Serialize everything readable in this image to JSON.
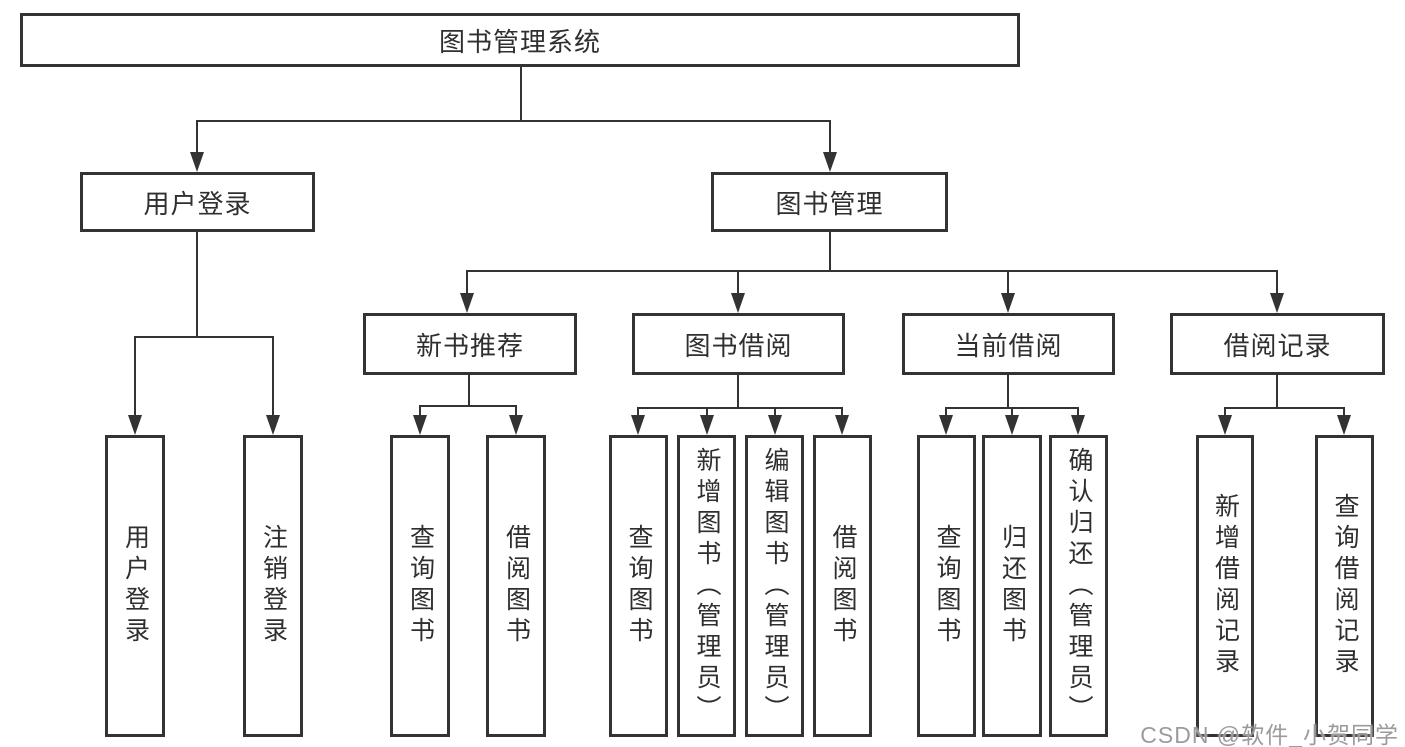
{
  "diagram": {
    "root": {
      "label": "图书管理系统"
    },
    "level2": [
      {
        "label": "用户登录"
      },
      {
        "label": "图书管理"
      }
    ],
    "level3": [
      {
        "label": "新书推荐"
      },
      {
        "label": "图书借阅"
      },
      {
        "label": "当前借阅"
      },
      {
        "label": "借阅记录"
      }
    ],
    "leaves": [
      {
        "label": "用户登录"
      },
      {
        "label": "注销登录"
      },
      {
        "label": "查询图书"
      },
      {
        "label": "借阅图书"
      },
      {
        "label": "查询图书"
      },
      {
        "label": "新增图书（管理员）"
      },
      {
        "label": "编辑图书（管理员）"
      },
      {
        "label": "借阅图书"
      },
      {
        "label": "查询图书"
      },
      {
        "label": "归还图书"
      },
      {
        "label": "确认归还（管理员）"
      },
      {
        "label": "新增借阅记录"
      },
      {
        "label": "查询借阅记录"
      }
    ]
  },
  "watermark": {
    "text": "CSDN @软件_小贺同学"
  },
  "colors": {
    "line": "#333333",
    "text": "#2f2f2f",
    "background": "#ffffff",
    "watermark": "#9b9b9b"
  }
}
